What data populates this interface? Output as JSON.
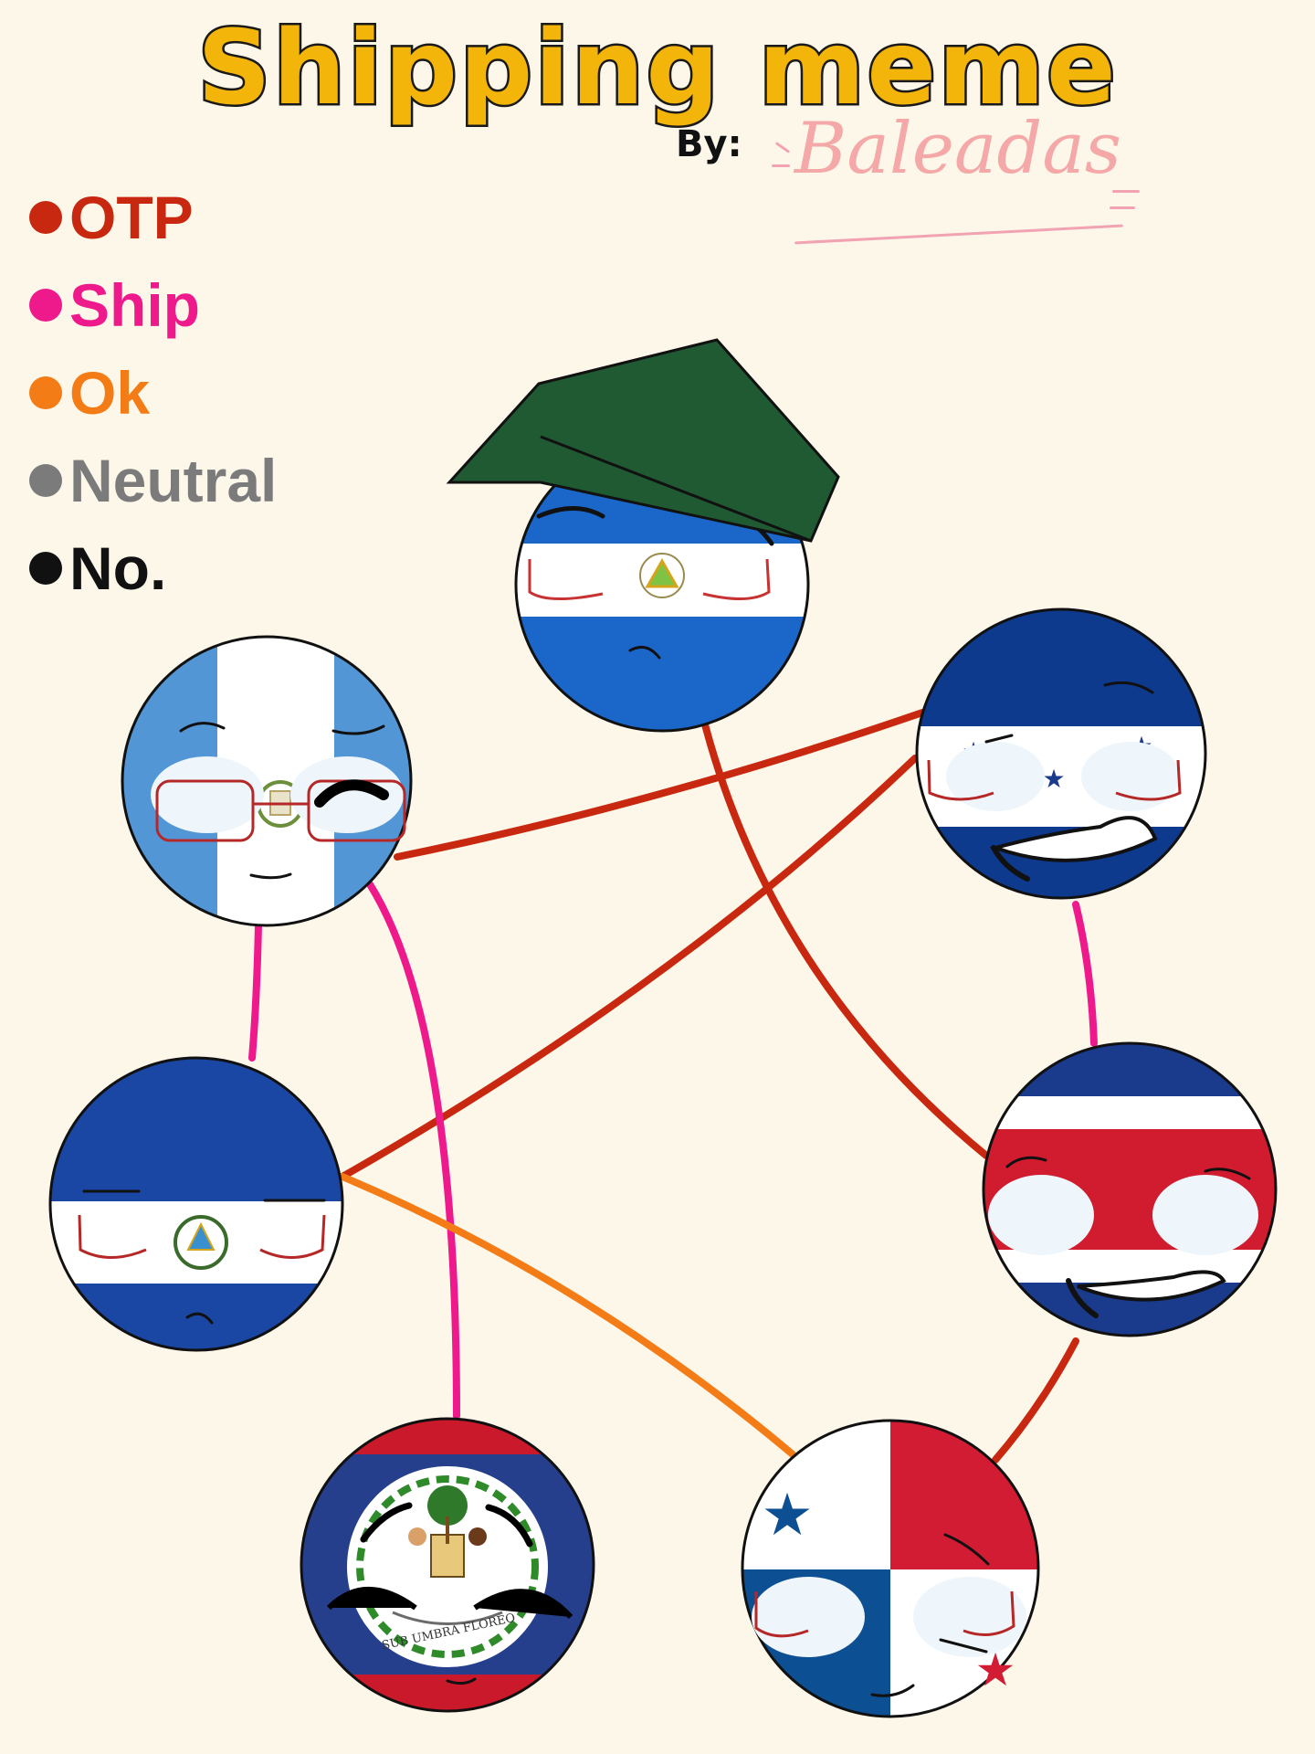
{
  "title": "Shipping meme",
  "byline": "By:",
  "author": "Baleadas",
  "legend": [
    {
      "label": "OTP",
      "color": "#c8280f"
    },
    {
      "label": "Ship",
      "color": "#ee1a8c"
    },
    {
      "label": "Ok",
      "color": "#f37c17"
    },
    {
      "label": "Neutral",
      "color": "#7b7b7b"
    },
    {
      "label": "No.",
      "color": "#111111"
    }
  ],
  "relations": [
    {
      "from": "Guatemala",
      "to": "Honduras",
      "type": "OTP"
    },
    {
      "from": "Nicaragua",
      "to": "Costa Rica",
      "type": "OTP"
    },
    {
      "from": "Honduras",
      "to": "El Salvador",
      "type": "OTP"
    },
    {
      "from": "Costa Rica",
      "to": "Panama",
      "type": "OTP"
    },
    {
      "from": "Guatemala",
      "to": "El Salvador",
      "type": "Ship"
    },
    {
      "from": "Guatemala",
      "to": "Belize",
      "type": "Ship"
    },
    {
      "from": "Honduras",
      "to": "Costa Rica",
      "type": "Ship"
    },
    {
      "from": "El Salvador",
      "to": "Panama",
      "type": "Ok"
    }
  ],
  "flag_text": {
    "belize_motto": "SUB UMBRA FLOREO"
  }
}
